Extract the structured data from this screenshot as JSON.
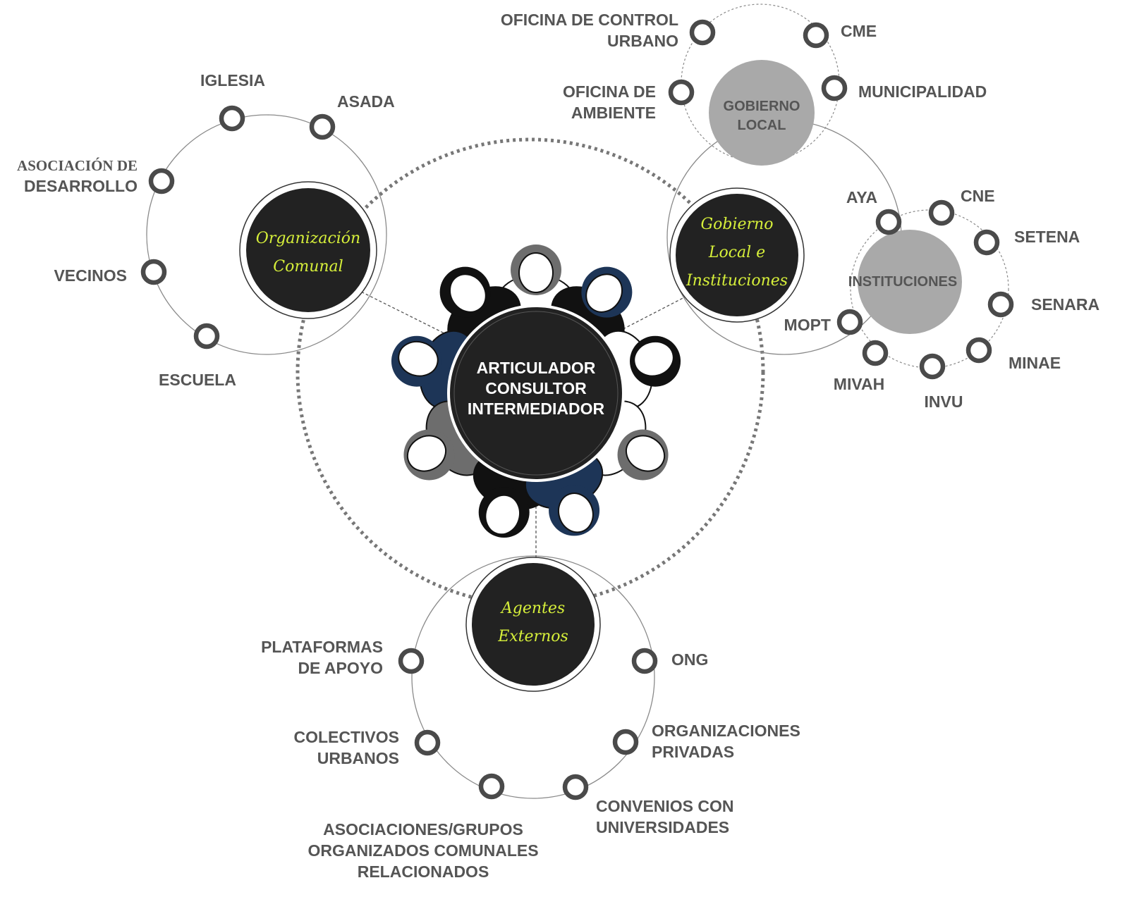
{
  "center": {
    "lines": [
      "ARTICULADOR",
      "CONSULTOR",
      "INTERMEDIADOR"
    ]
  },
  "hubs": {
    "comunal": {
      "lines": [
        "Organización",
        "Comunal"
      ]
    },
    "gobierno": {
      "lines": [
        "Gobierno",
        "Local e",
        "Instituciones"
      ]
    },
    "externos": {
      "lines": [
        "Agentes",
        "Externos"
      ]
    }
  },
  "sub_hubs": {
    "gobierno_local": {
      "lines": [
        "GOBIERNO",
        "LOCAL"
      ]
    },
    "instituciones": {
      "lines": [
        "INSTITUCIONES"
      ]
    }
  },
  "comunal_nodes": [
    {
      "id": "iglesia",
      "lines": [
        "IGLESIA"
      ]
    },
    {
      "id": "asada",
      "lines": [
        "ASADA"
      ]
    },
    {
      "id": "asociacion",
      "lines": [
        "ASOCIACIÓN DE",
        "DESARROLLO"
      ]
    },
    {
      "id": "vecinos",
      "lines": [
        "VECINOS"
      ]
    },
    {
      "id": "escuela",
      "lines": [
        "ESCUELA"
      ]
    }
  ],
  "gobierno_local_nodes": [
    {
      "id": "control-urbano",
      "lines": [
        "OFICINA DE CONTROL",
        "URBANO"
      ]
    },
    {
      "id": "cme",
      "lines": [
        "CME"
      ]
    },
    {
      "id": "ambiente",
      "lines": [
        "OFICINA DE",
        "AMBIENTE"
      ]
    },
    {
      "id": "municipalidad",
      "lines": [
        "MUNICIPALIDAD"
      ]
    }
  ],
  "instituciones_nodes": [
    {
      "id": "aya",
      "lines": [
        "AYA"
      ]
    },
    {
      "id": "cne",
      "lines": [
        "CNE"
      ]
    },
    {
      "id": "setena",
      "lines": [
        "SETENA"
      ]
    },
    {
      "id": "senara",
      "lines": [
        "SENARA"
      ]
    },
    {
      "id": "minae",
      "lines": [
        "MINAE"
      ]
    },
    {
      "id": "invu",
      "lines": [
        "INVU"
      ]
    },
    {
      "id": "mivah",
      "lines": [
        "MIVAH"
      ]
    },
    {
      "id": "mopt",
      "lines": [
        "MOPT"
      ]
    }
  ],
  "externos_nodes": [
    {
      "id": "plataformas",
      "lines": [
        "PLATAFORMAS",
        "DE APOYO"
      ]
    },
    {
      "id": "ong",
      "lines": [
        "ONG"
      ]
    },
    {
      "id": "colectivos",
      "lines": [
        "COLECTIVOS",
        "URBANOS"
      ]
    },
    {
      "id": "privadas",
      "lines": [
        "ORGANIZACIONES",
        "PRIVADAS"
      ]
    },
    {
      "id": "asociaciones",
      "lines": [
        "ASOCIACIONES/GRUPOS",
        "ORGANIZADOS COMUNALES",
        "RELACIONADOS"
      ]
    },
    {
      "id": "universidades",
      "lines": [
        "CONVENIOS CON",
        "UNIVERSIDADES"
      ]
    }
  ],
  "colors": {
    "hub_fill": "#222222",
    "accent_script": "#d6ef3a",
    "sub_hub_fill": "#a9a9a9",
    "node_stroke": "#4a4a4a",
    "label_text": "#555555",
    "people_dark": "#1d3557",
    "people_grey": "#6d6d6d"
  }
}
